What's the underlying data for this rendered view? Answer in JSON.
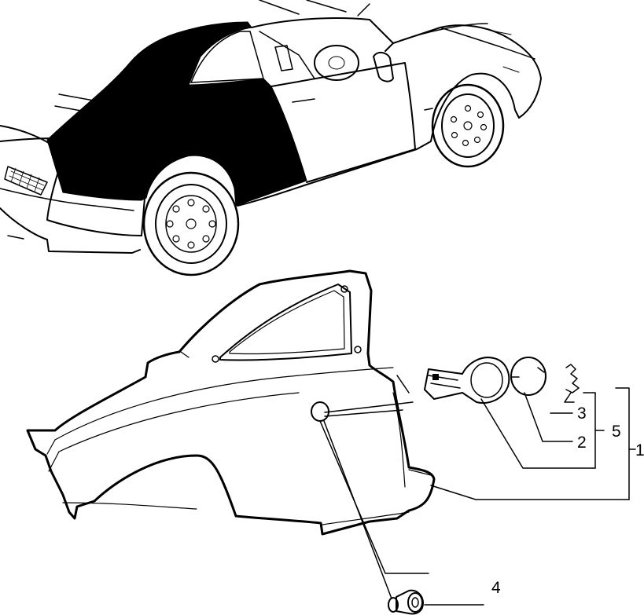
{
  "callouts": {
    "c1": "1",
    "c2": "2",
    "c3": "3",
    "c4": "4",
    "c5": "5"
  },
  "colors": {
    "ink": "#000000",
    "paper": "#ffffff",
    "highlight": "#000000"
  },
  "icons": {
    "car": "car-overview-icon",
    "panel": "rear-quarter-panel-icon",
    "fuel_door": "fuel-filler-door-icon",
    "fuel_cap": "fuel-flap-cover-icon",
    "spring": "spring-clip-icon",
    "bumper": "rubber-bump-stop-icon"
  }
}
